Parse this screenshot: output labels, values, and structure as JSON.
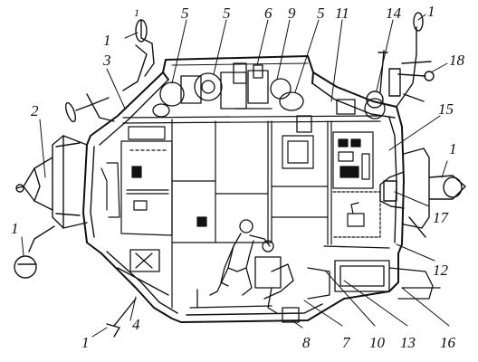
{
  "labels": {
    "l1_top_left": "1",
    "l1_top_left_small": "1",
    "l1_top_right": "1",
    "l1_right": "1",
    "l1_left": "1",
    "l1_bottom": "1",
    "l2": "2",
    "l3": "3",
    "l4": "4",
    "l5_a": "5",
    "l5_b": "5",
    "l5_c": "5",
    "l6": "6",
    "l7": "7",
    "l8": "8",
    "l9": "9",
    "l10": "10",
    "l11": "11",
    "l12": "12",
    "l13": "13",
    "l14": "14",
    "l15": "15",
    "l16": "16",
    "l17": "17",
    "l18": "18"
  }
}
